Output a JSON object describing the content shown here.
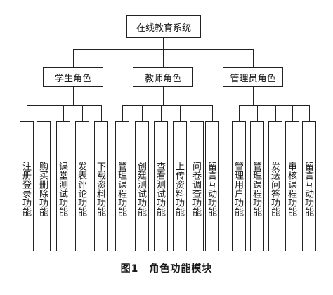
{
  "title": "在线教育系统",
  "roles": [
    {
      "name": "学生角色",
      "functions": [
        "注册登录功能",
        "购买删除功能",
        "课堂测试功能",
        "发表评论功能",
        "下载资料功能"
      ]
    },
    {
      "name": "教师角色",
      "functions": [
        "管理课程功能",
        "创建测试功能",
        "查看测试功能",
        "上传资料功能",
        "问卷调查功能",
        "留言互动功能"
      ]
    },
    {
      "name": "管理员角色",
      "functions": [
        "管理用户功能",
        "管理课程功能",
        "发送问答功能",
        "审核课程功能",
        "留言互动功能"
      ]
    }
  ],
  "caption": "图1　角色功能模块"
}
